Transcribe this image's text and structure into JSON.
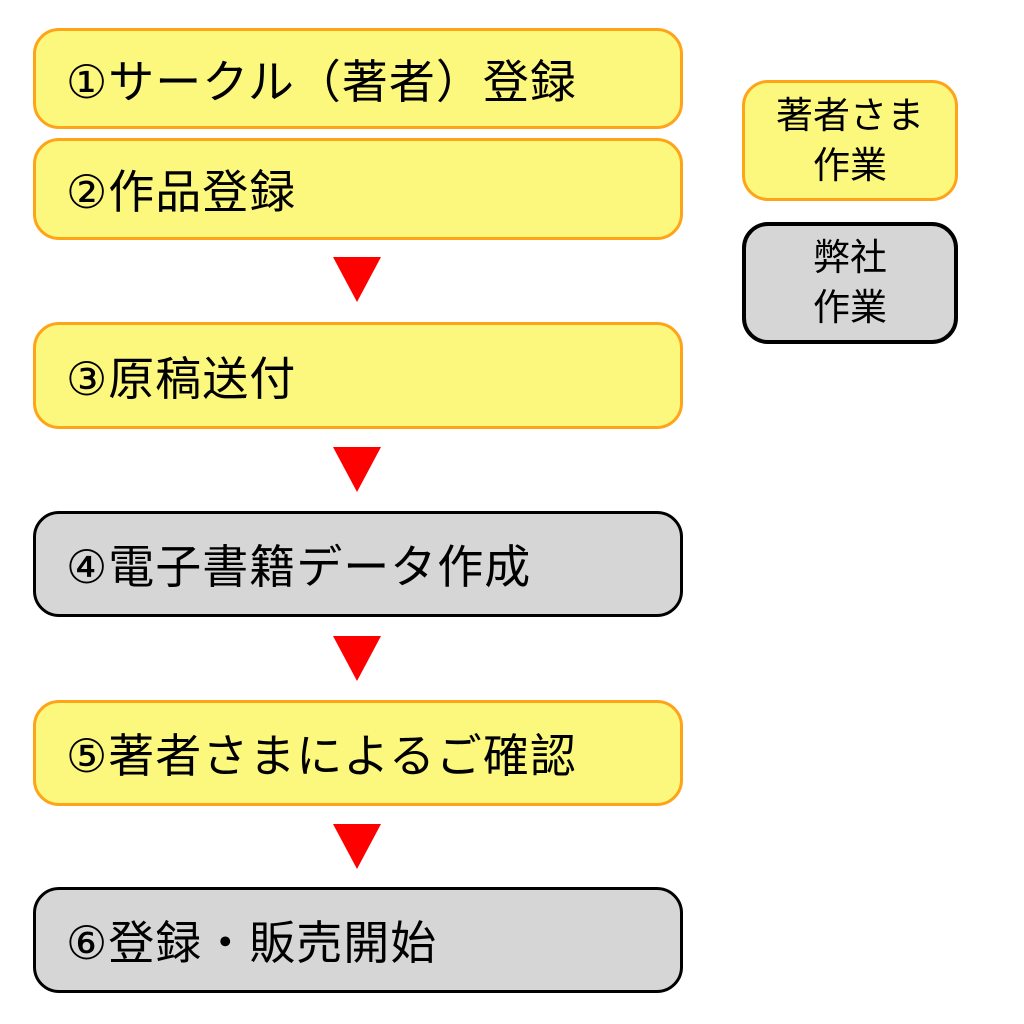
{
  "diagram": {
    "steps": [
      {
        "label": "①サークル（著者）登録",
        "actor": "author"
      },
      {
        "label": "②作品登録",
        "actor": "author"
      },
      {
        "label": "③原稿送付",
        "actor": "author"
      },
      {
        "label": "④電子書籍データ作成",
        "actor": "company"
      },
      {
        "label": "⑤著者さまによるご確認",
        "actor": "author"
      },
      {
        "label": "⑥登録・販売開始",
        "actor": "company"
      }
    ],
    "legend": [
      {
        "label": "著者さま\n作業",
        "actor": "author"
      },
      {
        "label": "弊社\n作業",
        "actor": "company"
      }
    ],
    "arrow_icon": "red-down-triangle",
    "colors": {
      "author_fill": "#FCF87D",
      "author_border": "#FFA318",
      "company_fill": "#D6D6D6",
      "company_border": "#000000",
      "arrow": "#FF0000",
      "text": "#000000",
      "background": "#FFFFFF"
    }
  }
}
